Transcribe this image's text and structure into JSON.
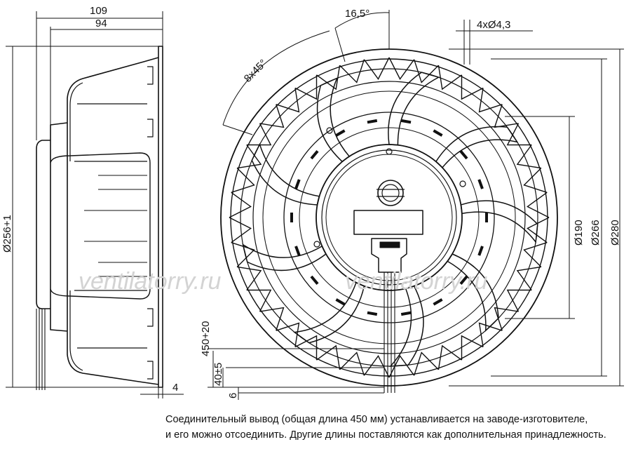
{
  "dimensions": {
    "side_width_overall": "109",
    "side_width_body": "94",
    "side_diameter": "Ø256+1",
    "flange_thickness": "4",
    "angle_pitch": "16,5°",
    "angle_holes": "8x45°",
    "mounting_holes": "4xØ4,3",
    "dia_inner": "Ø190",
    "dia_mid": "Ø266",
    "dia_outer": "Ø280",
    "cable_length": "450+20",
    "cable_strip": "40±5",
    "cable_end": "6"
  },
  "watermark": {
    "left": "ventilatorry.ru",
    "right": "ventilatorry.ru"
  },
  "note": {
    "line1": "Соединительный вывод (общая длина 450 мм) устанавливается на заводе-изготовителе,",
    "line2": "и его можно отсоединить. Другие длины поставляются как дополнительная принадлежность."
  }
}
